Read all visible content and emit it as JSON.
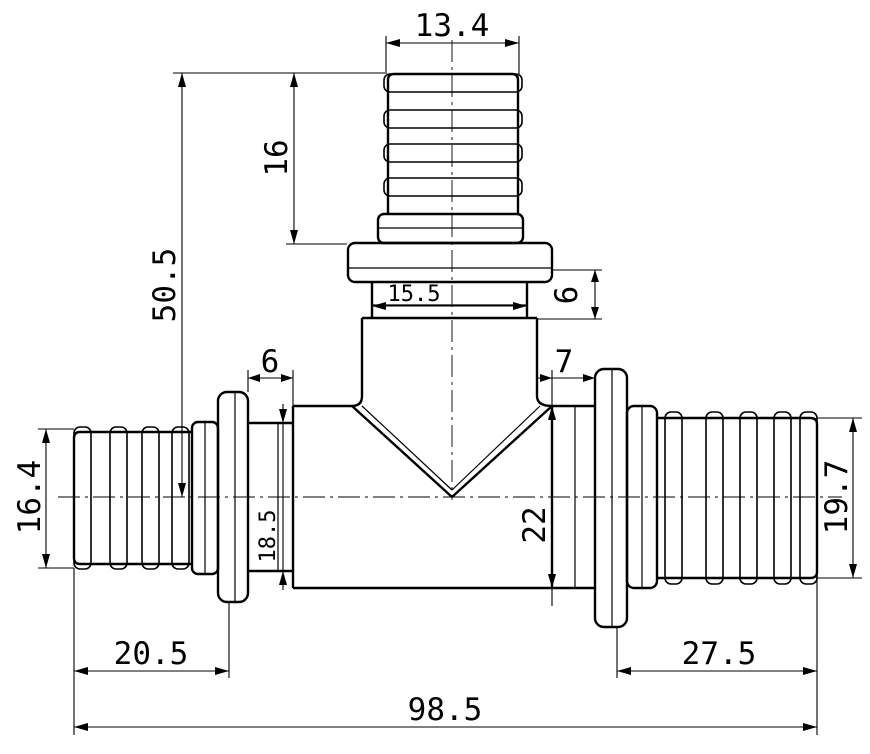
{
  "dimensions": {
    "top_outlet_diameter": "13.4",
    "top_spigot_length": "16",
    "overall_height": "50.5",
    "top_neck_diameter": "15.5",
    "top_neck_height": "6",
    "left_neck_length": "6",
    "right_neck_length": "7",
    "left_outlet_diameter": "16.4",
    "left_neck_diameter": "18.5",
    "body_diameter": "22",
    "right_outlet_diameter": "19.7",
    "left_spigot_length": "20.5",
    "right_spigot_length": "27.5",
    "overall_length": "98.5"
  }
}
